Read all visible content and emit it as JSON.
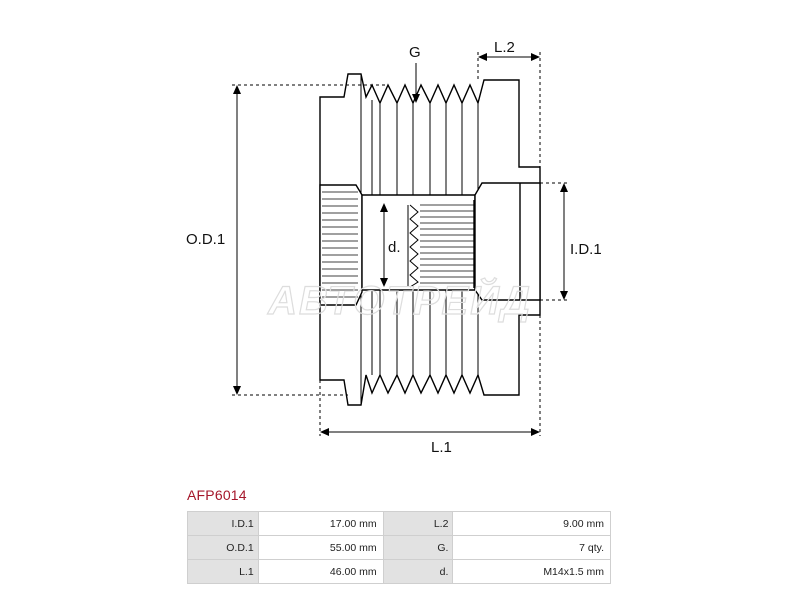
{
  "drawing": {
    "labels": {
      "grooves": "G",
      "length2": "L.2",
      "outer_diameter": "O.D.1",
      "inner_diameter": "I.D.1",
      "thread": "d.",
      "length1": "L.1"
    },
    "watermark": "АВТОТРЕЙД"
  },
  "part": {
    "code": "AFP6014"
  },
  "specs": {
    "rows": [
      {
        "label": "I.D.1",
        "value": "17.00 mm",
        "label2": "L.2",
        "value2": "9.00 mm"
      },
      {
        "label": "O.D.1",
        "value": "55.00 mm",
        "label2": "G.",
        "value2": "7 qty."
      },
      {
        "label": "L.1",
        "value": "46.00 mm",
        "label2": "d.",
        "value2": "M14x1.5 mm"
      }
    ]
  },
  "colors": {
    "line": "#000000",
    "part_code": "#a5162a",
    "label_cell": "#e2e2e2",
    "grid": "#cfcfcf"
  }
}
